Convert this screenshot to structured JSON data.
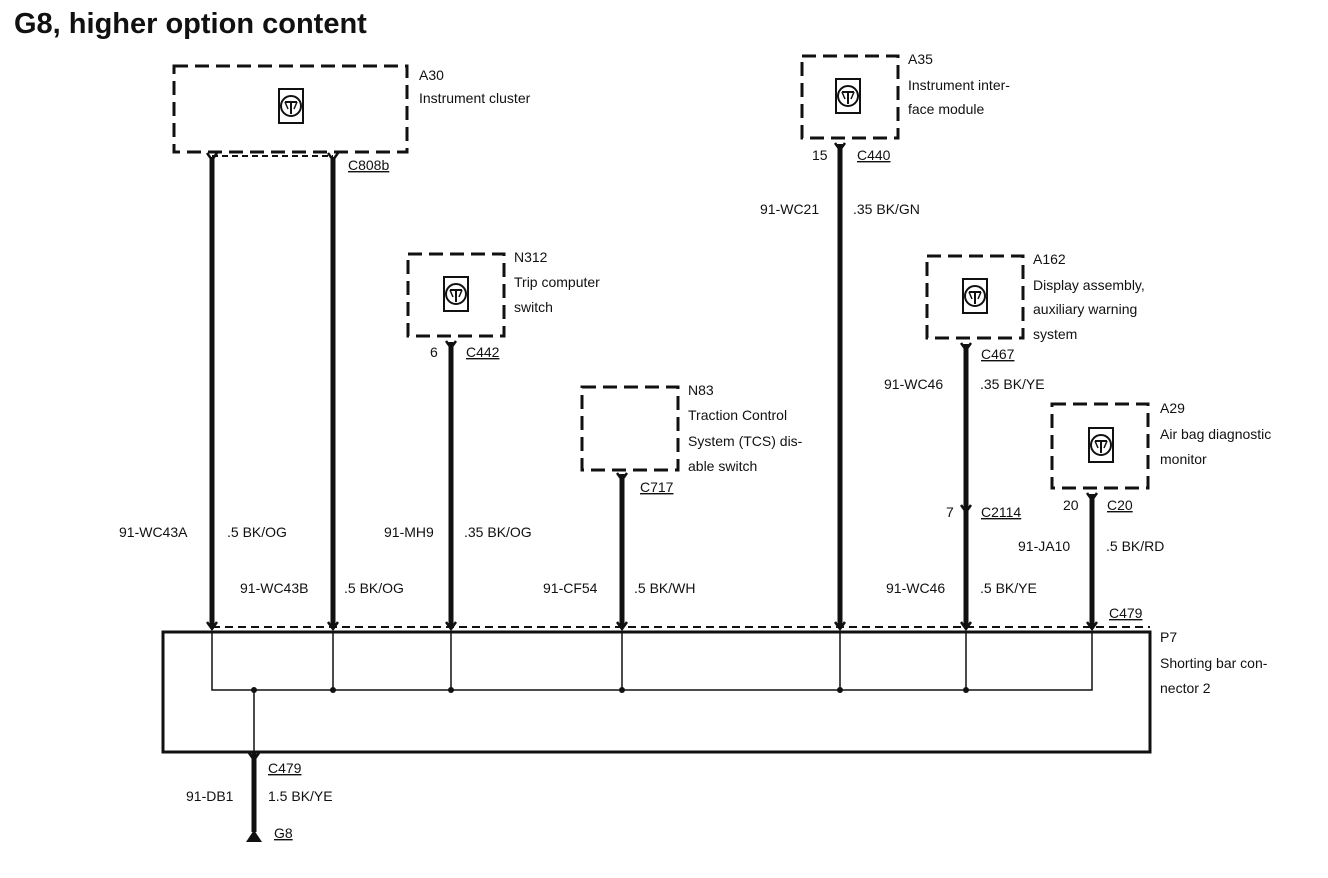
{
  "title": "G8, higher option content",
  "components": {
    "a30": {
      "id": "A30",
      "name": "Instrument cluster",
      "icon": "module-symbol-icon"
    },
    "a35": {
      "id": "A35",
      "name_line1": "Instrument inter-",
      "name_line2": "face module",
      "icon": "module-symbol-icon"
    },
    "n312": {
      "id": "N312",
      "name_line1": "Trip computer",
      "name_line2": "switch",
      "icon": "module-symbol-icon"
    },
    "n83": {
      "id": "N83",
      "name_line1": "Traction Control",
      "name_line2": "System (TCS) dis-",
      "name_line3": "able switch"
    },
    "a162": {
      "id": "A162",
      "name_line1": "Display assembly,",
      "name_line2": "auxiliary warning",
      "name_line3": "system",
      "icon": "module-symbol-icon"
    },
    "a29": {
      "id": "A29",
      "name_line1": "Air bag diagnostic",
      "name_line2": "monitor",
      "icon": "module-symbol-icon"
    },
    "p7": {
      "id": "P7",
      "name_line1": "Shorting bar con-",
      "name_line2": "nector 2"
    }
  },
  "connectors": {
    "c808b": "C808b",
    "c440": "C440",
    "c440_pin": "15",
    "c442": "C442",
    "c442_pin": "6",
    "c717": "C717",
    "c467": "C467",
    "c2114": "C2114",
    "c2114_pin": "7",
    "c20": "C20",
    "c20_pin": "20",
    "c479_top": "C479",
    "c479_bottom": "C479"
  },
  "wires": [
    {
      "circuit": "91-WC43A",
      "spec": ".5 BK/OG"
    },
    {
      "circuit": "91-WC43B",
      "spec": ".5 BK/OG"
    },
    {
      "circuit": "91-MH9",
      "spec": ".35 BK/OG"
    },
    {
      "circuit": "91-CF54",
      "spec": ".5 BK/WH"
    },
    {
      "circuit": "91-WC21",
      "spec": ".35 BK/GN"
    },
    {
      "circuit": "91-WC46",
      "spec": ".35 BK/YE"
    },
    {
      "circuit": "91-WC46",
      "spec": ".5 BK/YE"
    },
    {
      "circuit": "91-JA10",
      "spec": ".5 BK/RD"
    },
    {
      "circuit": "91-DB1",
      "spec": "1.5 BK/YE"
    }
  ],
  "ground": {
    "id": "G8"
  }
}
